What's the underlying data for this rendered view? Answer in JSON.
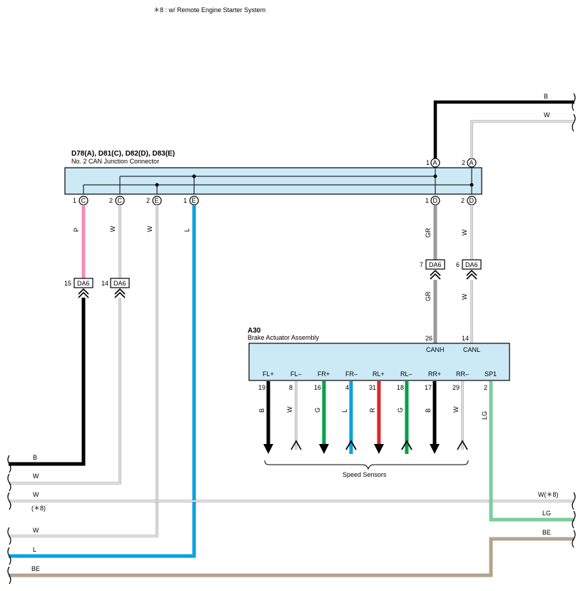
{
  "header": {
    "note": "＊8 : w/ Remote Engine Starter System"
  },
  "can_connector": {
    "ids": "D78(A), D81(C), D82(D), D83(E)",
    "name": "No.  2 CAN Junction Connector",
    "pins": [
      {
        "num": "1",
        "letter": "C",
        "color": "P"
      },
      {
        "num": "2",
        "letter": "C",
        "color": "W"
      },
      {
        "num": "2",
        "letter": "E",
        "color": "W"
      },
      {
        "num": "1",
        "letter": "E",
        "color": "L"
      }
    ],
    "top_pins": [
      {
        "num": "1",
        "letter": "A"
      },
      {
        "num": "2",
        "letter": "A"
      }
    ],
    "bottom_right_pins": [
      {
        "num": "1",
        "letter": "D",
        "color": "GR"
      },
      {
        "num": "2",
        "letter": "D",
        "color": "W"
      }
    ]
  },
  "junctions": {
    "da6_left_1": {
      "num": "15",
      "name": "DA6"
    },
    "da6_left_2": {
      "num": "14",
      "name": "DA6"
    },
    "da6_right_1": {
      "num": "7",
      "name": "DA6"
    },
    "da6_right_2": {
      "num": "6",
      "name": "DA6"
    },
    "right_gr_label": "GR",
    "right_w_label": "W"
  },
  "actuator": {
    "id": "A30",
    "name": "Brake Actuator Assembly",
    "top_pins": [
      {
        "num": "26",
        "name": "CANH"
      },
      {
        "num": "14",
        "name": "CANL"
      }
    ],
    "bottom_pins": [
      {
        "label": "FL+",
        "num": "19",
        "color": "B"
      },
      {
        "label": "FL–",
        "num": "8",
        "color": "W"
      },
      {
        "label": "FR+",
        "num": "16",
        "color": "G"
      },
      {
        "label": "FR–",
        "num": "4",
        "color": "L"
      },
      {
        "label": "RL+",
        "num": "31",
        "color": "R"
      },
      {
        "label": "RL–",
        "num": "18",
        "color": "G"
      },
      {
        "label": "RR+",
        "num": "17",
        "color": "B"
      },
      {
        "label": "RR–",
        "num": "29",
        "color": "W"
      },
      {
        "label": "SP1",
        "num": "2",
        "color": "LG"
      }
    ],
    "sensors_label": "Speed Sensors"
  },
  "left_wires": [
    {
      "label": "B"
    },
    {
      "label": "W"
    },
    {
      "label": "W",
      "note": "(＊8)"
    },
    {
      "label": "W"
    },
    {
      "label": "L"
    },
    {
      "label": "BE"
    }
  ],
  "right_wires": [
    {
      "label": "B"
    },
    {
      "label": "W"
    },
    {
      "label": "W(＊8)"
    },
    {
      "label": "LG"
    },
    {
      "label": "BE"
    }
  ],
  "colors": {
    "box_fill": "#cce9f6",
    "black": "#000000",
    "pink": "#f08cbc",
    "blue": "#0aa0e2",
    "gray": "#999999",
    "green": "#00a04a",
    "red": "#e0242c",
    "light_green": "#7ccc9c",
    "beige": "#b4a490",
    "white_wire": "#888888"
  }
}
